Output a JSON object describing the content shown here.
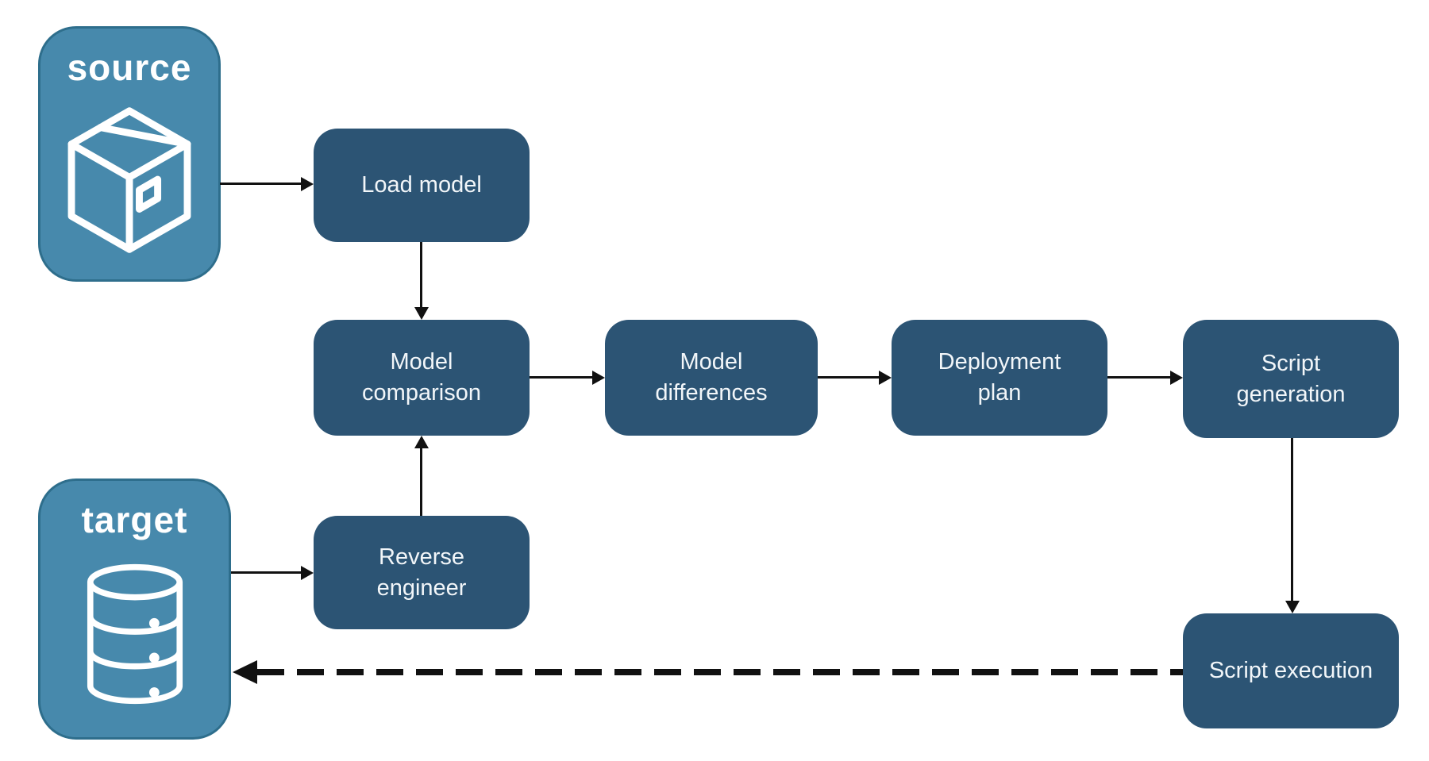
{
  "diagram": {
    "type": "flowchart",
    "endpoints": {
      "source": {
        "label": "source",
        "icon": "package-icon"
      },
      "target": {
        "label": "target",
        "icon": "database-icon"
      }
    },
    "steps": {
      "load_model": {
        "label": "Load model"
      },
      "model_comparison": {
        "label": "Model comparison"
      },
      "model_differences": {
        "label": "Model differences"
      },
      "deployment_plan": {
        "label": "Deployment plan"
      },
      "script_generation": {
        "label": "Script generation"
      },
      "reverse_engineer": {
        "label": "Reverse engineer"
      },
      "script_execution": {
        "label": "Script execution"
      }
    },
    "edges": [
      {
        "from": "source",
        "to": "load_model",
        "style": "solid"
      },
      {
        "from": "load_model",
        "to": "model_comparison",
        "style": "solid"
      },
      {
        "from": "target",
        "to": "reverse_engineer",
        "style": "solid"
      },
      {
        "from": "reverse_engineer",
        "to": "model_comparison",
        "style": "solid"
      },
      {
        "from": "model_comparison",
        "to": "model_differences",
        "style": "solid"
      },
      {
        "from": "model_differences",
        "to": "deployment_plan",
        "style": "solid"
      },
      {
        "from": "deployment_plan",
        "to": "script_generation",
        "style": "solid"
      },
      {
        "from": "script_generation",
        "to": "script_execution",
        "style": "solid"
      },
      {
        "from": "script_execution",
        "to": "target",
        "style": "dashed"
      }
    ],
    "colors": {
      "step_fill": "#2C5474",
      "step_text": "#F2F6F9",
      "endpoint_fill": "#4789AC",
      "endpoint_border": "#2E6E8C",
      "endpoint_text": "#FFFFFF",
      "arrow": "#111111",
      "background": "#FFFFFF"
    }
  }
}
